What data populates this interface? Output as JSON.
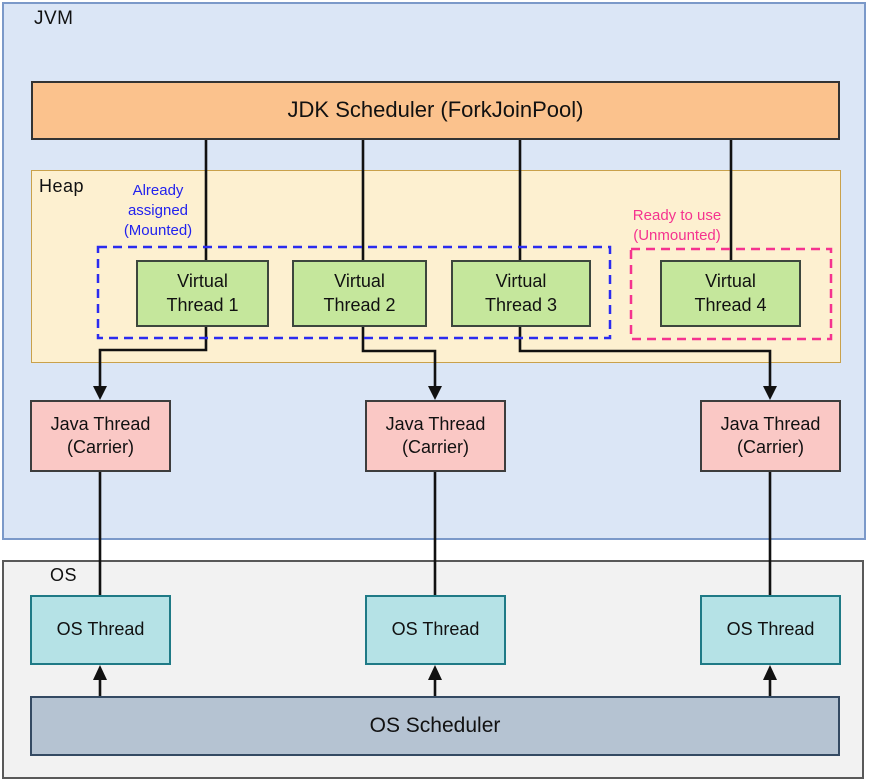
{
  "jvm": {
    "label": "JVM"
  },
  "scheduler": {
    "label": "JDK Scheduler (ForkJoinPool)"
  },
  "heap": {
    "label": "Heap"
  },
  "mounted_group": {
    "label": "Already assigned (Mounted)"
  },
  "unmounted_group": {
    "label": "Ready to use (Unmounted)"
  },
  "virtual_threads": [
    {
      "label": "Virtual Thread 1"
    },
    {
      "label": "Virtual Thread 2"
    },
    {
      "label": "Virtual Thread 3"
    },
    {
      "label": "Virtual Thread 4"
    }
  ],
  "carrier_threads": [
    {
      "label": "Java Thread (Carrier)"
    },
    {
      "label": "Java Thread (Carrier)"
    },
    {
      "label": "Java Thread (Carrier)"
    }
  ],
  "os": {
    "label": "OS"
  },
  "os_threads": [
    {
      "label": "OS Thread"
    },
    {
      "label": "OS Thread"
    },
    {
      "label": "OS Thread"
    }
  ],
  "os_scheduler": {
    "label": "OS Scheduler"
  },
  "colors": {
    "jvm_fill": "#dbe6f6",
    "jvm_border": "#7b99c9",
    "scheduler_fill": "#fbc28d",
    "heap_fill": "#fdf0d0",
    "heap_border": "#c9a14b",
    "virtual_thread_fill": "#c5e79c",
    "carrier_fill": "#fac8c5",
    "os_fill": "#f2f2f2",
    "os_thread_fill": "#b5e2e6",
    "os_scheduler_fill": "#b5c3d2",
    "mounted_accent": "#2222ee",
    "unmounted_accent": "#f5338f",
    "connector": "#111111"
  }
}
